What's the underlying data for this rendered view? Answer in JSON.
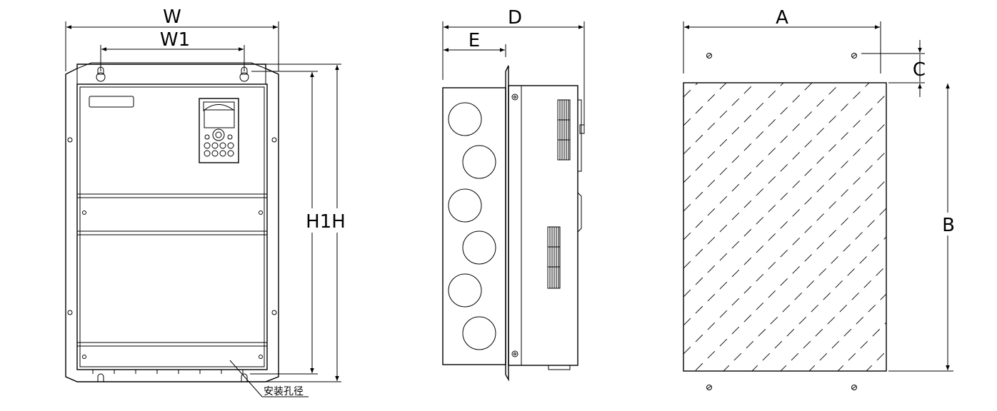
{
  "front_view": {
    "width_label": "W",
    "inner_width_label": "W1",
    "height_labels": "H1H",
    "mount_hole_label": "安装孔径"
  },
  "side_view": {
    "depth_label": "D",
    "flange_depth_label": "E"
  },
  "cutout_view": {
    "width_label": "A",
    "height_label": "B",
    "offset_label": "C"
  }
}
